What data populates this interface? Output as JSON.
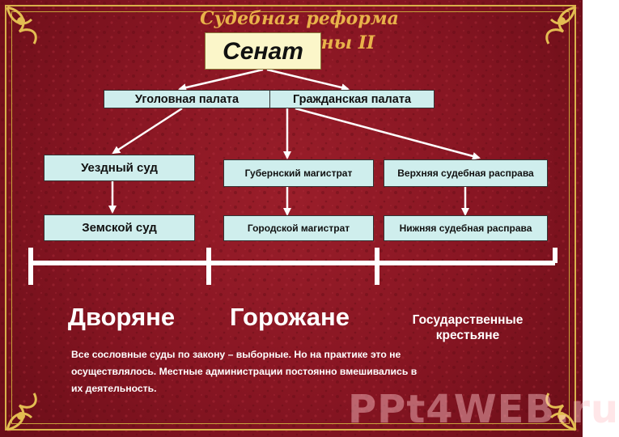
{
  "title": {
    "line1": "Судебная реформа",
    "line2": "ны II"
  },
  "senate": "Сенат",
  "chambers": {
    "criminal": "Уголовная палата",
    "civil": "Гражданская палата"
  },
  "courts": {
    "uezd": "Уездный суд",
    "zemsky": "Земской суд",
    "gub_magistrat": "Губернский магистрат",
    "gor_magistrat": "Городской магистрат",
    "upper_rasprava": "Верхняя судебная расправа",
    "lower_rasprava": "Нижняя судебная расправа"
  },
  "estates": {
    "nobles": "Дворяне",
    "townspeople": "Горожане",
    "state_peasants_1": "Государственные",
    "state_peasants_2": "крестьяне"
  },
  "note": {
    "line1": "Все сословные суды  по закону – выборные. Но на практике это не",
    "line2": "осуществлялось. Местные администрации постоянно вмешивались в",
    "line3": "их деятельность."
  },
  "watermark": "PPt4WEB.ru",
  "colors": {
    "background": "#861522",
    "box_fill": "#cfeeed",
    "senate_fill": "#fbf6c9",
    "title": "#e8b24a",
    "frame": "#d8b04a"
  }
}
